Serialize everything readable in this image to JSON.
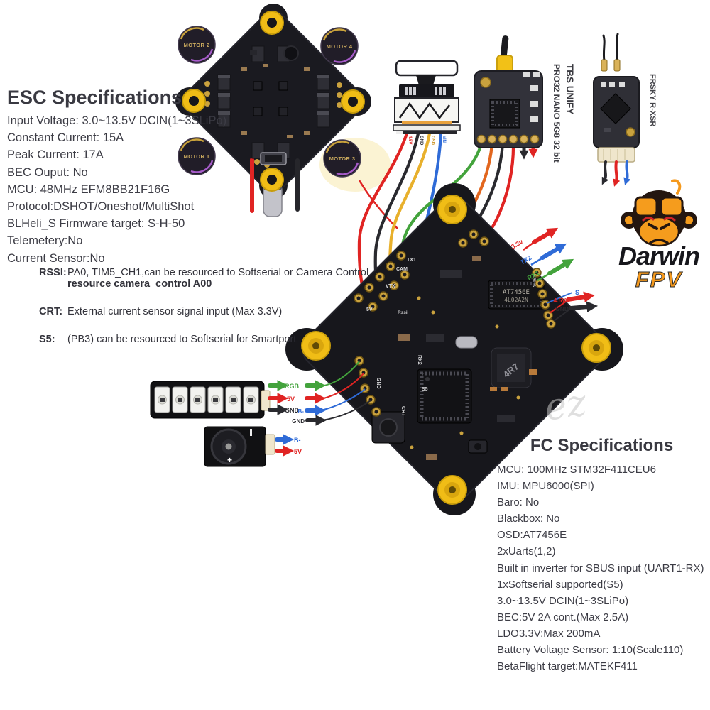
{
  "esc_specs": {
    "title": "ESC Specifications",
    "lines": [
      "Input Voltage: 3.0~13.5V DCIN(1~3SLiPo)",
      "Constant Current: 15A",
      "Peak Current: 17A",
      "BEC Ouput: No",
      "MCU: 48MHz EFM8BB21F16G",
      "Protocol:DSHOT/Oneshot/MultiShot",
      "BLHeli_S Firmware target:   S-H-50",
      "Telemetery:No",
      "Current Sensor:No"
    ]
  },
  "notes": {
    "rssi_label": "RSSI:",
    "rssi_text": "PA0,   TIM5_CH1,can be resourced to Softserial or Camera Control",
    "rssi_text2": "resource camera_control A00",
    "crt_label": "CRT:",
    "crt_text": "External current sensor signal input   (Max 3.3V)",
    "s5_label": "S5:",
    "s5_text": "(PB3)  can be resourced to Softserial for Smartport"
  },
  "fc_specs": {
    "title": "FC Specifications",
    "lines": [
      "MCU: 100MHz STM32F411CEU6",
      "IMU: MPU6000(SPI)",
      "Baro: No",
      "Blackbox: No",
      "OSD:AT7456E",
      "2xUarts(1,2)",
      "Built in inverter for SBUS input (UART1-RX)",
      "1xSoftserial supported(S5)",
      "3.0~13.5V DCIN(1~3SLiPo)",
      "BEC:5V 2A cont.(Max 2.5A)",
      "LDO3.3V:Max 200mA",
      "Battery Voltage Sensor: 1:10(Scale110)",
      "BetaFlight target:MATEKF411"
    ]
  },
  "esc_board": {
    "motor_labels": [
      "MOTOR 2",
      "MOTOR 4",
      "MOTOR 1",
      "MOTOR 3"
    ]
  },
  "camera": {
    "wire_labels": [
      "4.5V",
      "GND",
      "OSD",
      "VIN"
    ]
  },
  "vtx": {
    "title_line1": "TBS UNIFY",
    "title_line2": "PRO32 NANO 5G8 32 bit"
  },
  "receiver": {
    "title": "FRSKY R-XSR"
  },
  "logo": {
    "word1": "Darwin",
    "word2": "FPV"
  },
  "fc_board": {
    "pads": {
      "p5v": "5V",
      "vtx": "VTX",
      "cam": "CAM",
      "tx1": "TX1",
      "rssi": "Rssi",
      "gnd": "GND",
      "rx2": "RX2",
      "s5": "S5",
      "crt": "CRT",
      "sbus": "SBUS"
    },
    "chips": {
      "osd1": "AT7456E",
      "osd2": "4L02A2N",
      "inductor": "4R7"
    },
    "stub_labels": {
      "v33": "3.3v",
      "tx2": "TX2",
      "rx1": "RX1",
      "s": "S",
      "v45": "4.5V",
      "gnd": "GND"
    },
    "watermark": "ez"
  },
  "led_strip": {
    "labels": {
      "rgb": "RGB",
      "v5": "5V",
      "gnd": "GND",
      "bz": "B-",
      "gnd2": "GND"
    }
  },
  "buzzer": {
    "labels": {
      "bz": "B-",
      "v5": "5V"
    },
    "plus": "+"
  },
  "colors": {
    "wire_red": "#e02423",
    "wire_black": "#2a2a2f",
    "wire_blue": "#2f6bd7",
    "wire_green": "#43a33c",
    "wire_yellow": "#e8b02c",
    "wire_orange": "#e2661e",
    "pcb": "#17171c",
    "grommet_yellow": "#f0bd16",
    "brand_orange": "#f5991d"
  }
}
